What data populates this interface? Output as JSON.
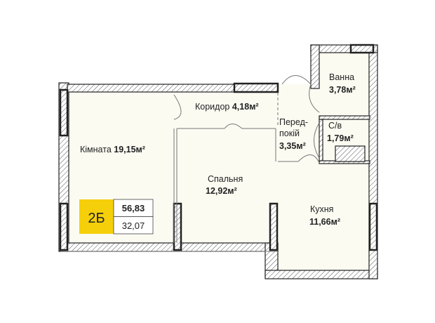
{
  "plan": {
    "unit_type": "2Б",
    "total_area": "56,83",
    "living_area": "32,07",
    "accent_color": "#F5CF0A",
    "floor_color": "#FBFBF2",
    "wall_color": "#222222",
    "rooms": {
      "kimnata": {
        "name": "Кімната",
        "area": "19,15м²"
      },
      "koridor": {
        "name": "Коридор",
        "area": "4,18м²"
      },
      "peredpokiy": {
        "name1": "Перед-",
        "name2": "покій",
        "area": "3,35м²"
      },
      "vanna": {
        "name": "Ванна",
        "area": "3,78м²"
      },
      "sv": {
        "name": "С/в",
        "area": "1,79м²"
      },
      "spalnya": {
        "name": "Спальня",
        "area": "12,92м²"
      },
      "kukhnia": {
        "name": "Кухня",
        "area": "11,66м²"
      }
    }
  }
}
